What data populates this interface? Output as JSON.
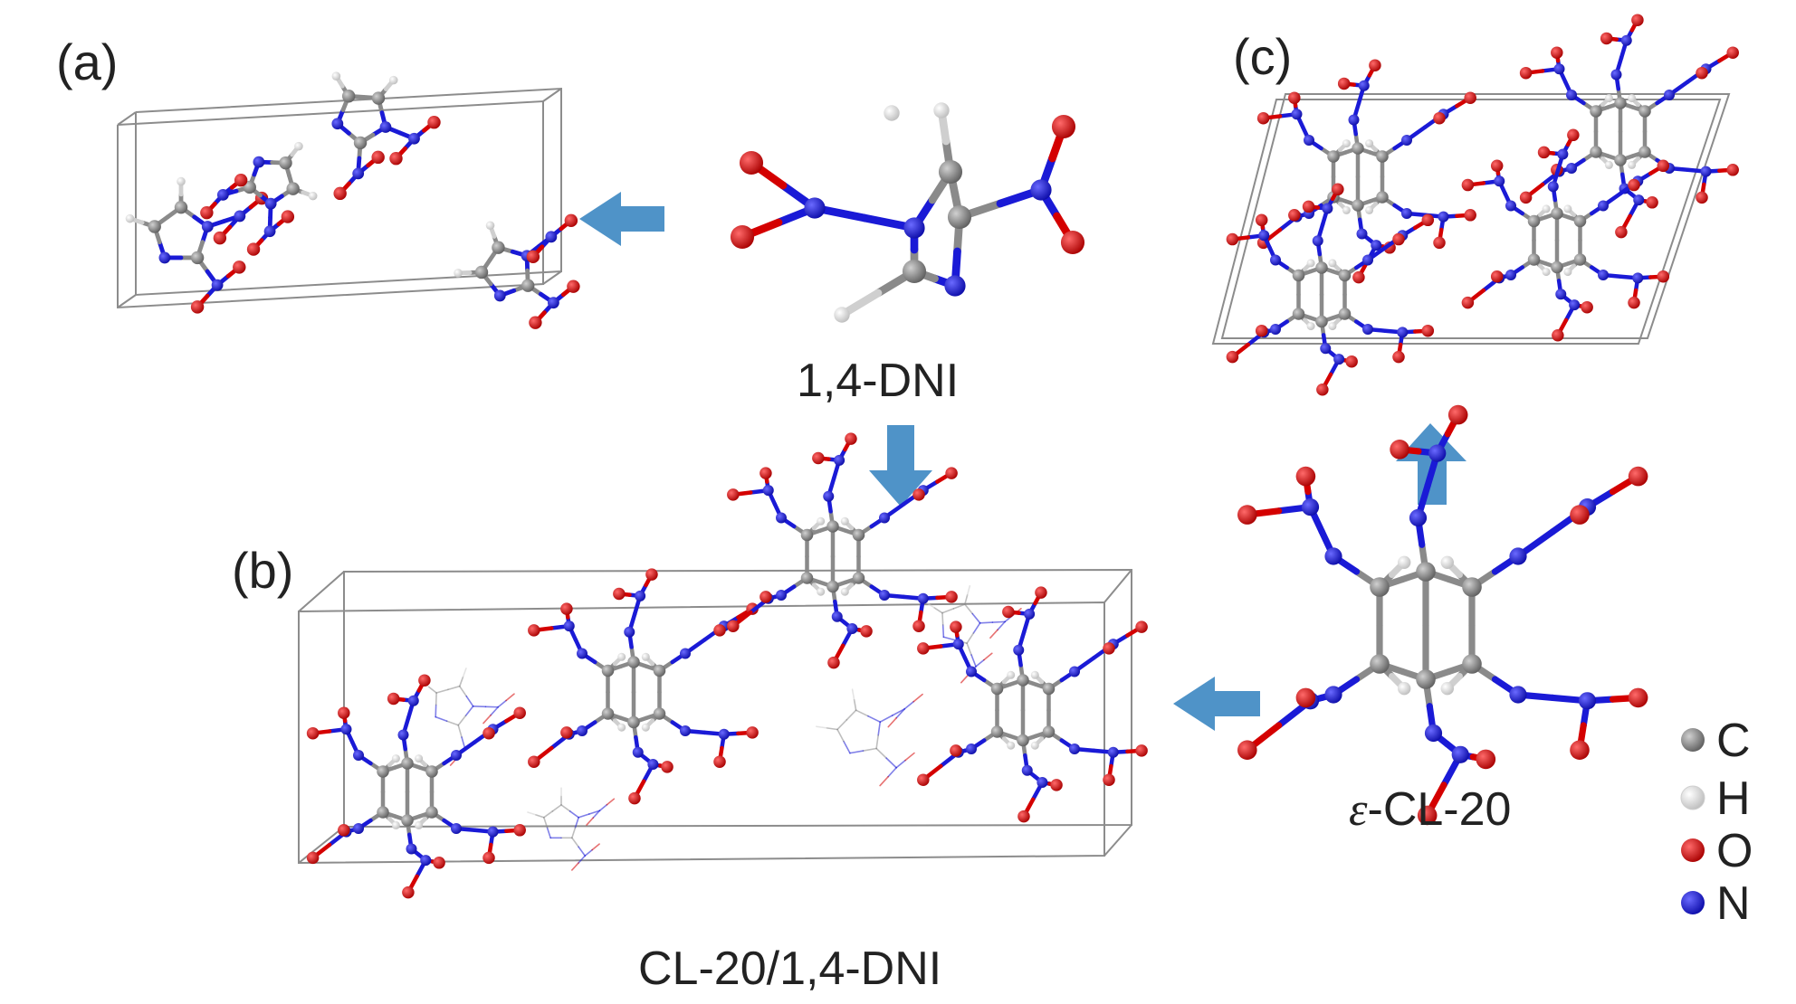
{
  "panels": {
    "a": {
      "label": "(a)"
    },
    "b": {
      "label": "(b)"
    },
    "c": {
      "label": "(c)"
    }
  },
  "molecules": {
    "dni": {
      "name": "1,4-DNI"
    },
    "cl20": {
      "prefix": "ε",
      "name": "-CL-20"
    },
    "cocrystal": {
      "name": "CL-20/1,4-DNI"
    }
  },
  "legend": [
    {
      "symbol": "C",
      "color": "#7a7a7a"
    },
    {
      "symbol": "H",
      "color": "#e6e6e6"
    },
    {
      "symbol": "O",
      "color": "#d40000"
    },
    {
      "symbol": "N",
      "color": "#1a1ad6"
    }
  ],
  "colors": {
    "arrow": "#4f93c8",
    "carbon": "#8a8a8a",
    "hydrogen": "#e8e8e8",
    "oxygen": "#d40000",
    "nitrogen": "#1a1ad6",
    "cell": "#8c8c8c"
  }
}
